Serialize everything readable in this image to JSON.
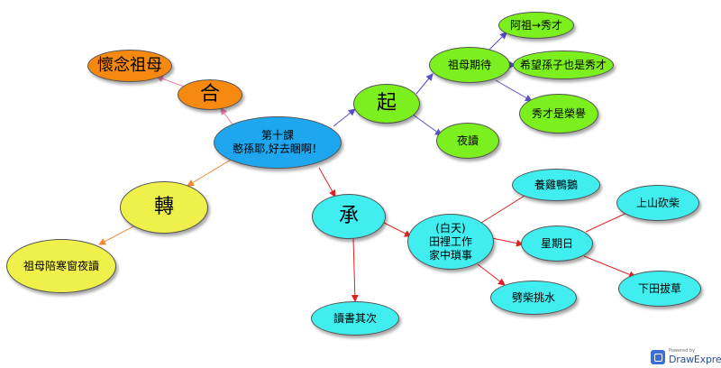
{
  "nodes": {
    "center": "第十課\n憨孫耶,好去睏啊！",
    "qi": "起",
    "cheng": "承",
    "zhuan": "轉",
    "he": "合",
    "huainian": "懷念祖母",
    "peidu": "祖母陪寒窗夜讀",
    "qidai": "祖母期待",
    "yedu": "夜讀",
    "azu": "阿祖→秀才",
    "xiwang": "希望孫子也是秀才",
    "rongyu": "秀才是榮譽",
    "baitian": "(白天)\n田裡工作\n家中瑣事",
    "dushu": "讀書其次",
    "yangji": "養雞鴨鵝",
    "xingqiri": "星期日",
    "pichai": "劈柴挑水",
    "shangshan": "上山砍柴",
    "xiatian": "下田拔草"
  },
  "colors": {
    "blue": "#1ea7ee",
    "green": "#7cf01e",
    "cyan": "#40eef0",
    "yellow": "#f0f04a",
    "orange": "#f68a10",
    "arrow_purple": "#5a4fc8",
    "arrow_red": "#e02020",
    "arrow_orange": "#f08a30",
    "arrow_pink": "#f080b0"
  },
  "badge": {
    "small": "Powered by",
    "brand": "DrawExpress"
  }
}
